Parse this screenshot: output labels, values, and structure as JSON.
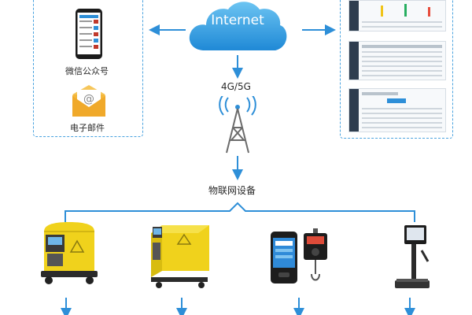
{
  "cloud": {
    "label": "Internet",
    "icon": "cloud-icon"
  },
  "network": {
    "label": "4G/5G",
    "icon": "cell-tower-icon"
  },
  "hub": {
    "label": "物联网设备"
  },
  "channels": [
    {
      "label": "微信公众号",
      "icon": "smartphone-icon"
    },
    {
      "label": "电子邮件",
      "icon": "email-envelope-icon"
    }
  ],
  "platform": {
    "icon": "dashboard-screenshot-icon"
  },
  "devices": [
    {
      "icon": "yellow-waste-cart-icon"
    },
    {
      "icon": "yellow-waste-cabinet-icon"
    },
    {
      "icon": "handheld-terminal-with-scale-icon"
    },
    {
      "icon": "floor-scale-terminal-icon"
    }
  ],
  "colors": {
    "line": "#2e8fd8",
    "dashed_border": "#4aa3df",
    "cloud_light": "#6cc4f2",
    "cloud_dark": "#1f89d6",
    "device_yellow": "#f0d21c"
  }
}
